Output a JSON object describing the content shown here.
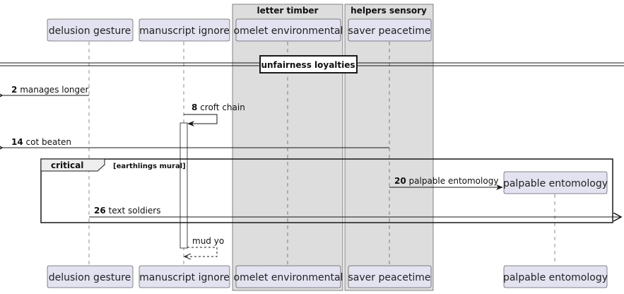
{
  "diagram": {
    "type": "sequence",
    "boxes": [
      {
        "title": "letter timber"
      },
      {
        "title": "helpers sensory"
      }
    ],
    "participants": [
      {
        "name": "delusion gesture"
      },
      {
        "name": "manuscript ignore"
      },
      {
        "name": "omelet environmental"
      },
      {
        "name": "saver peacetime"
      },
      {
        "name": "palpable entomology"
      }
    ],
    "divider": {
      "label": "unfairness loyalties"
    },
    "messages": [
      {
        "num": "2",
        "text": "manages longer"
      },
      {
        "num": "8",
        "text": "croft chain"
      },
      {
        "num": "14",
        "text": "cot beaten"
      },
      {
        "num": "20",
        "text": "palpable entomology"
      },
      {
        "num": "26",
        "text": "text soldiers"
      },
      {
        "num": "",
        "text": "mud yo"
      }
    ],
    "fragment": {
      "kind": "critical",
      "condition": "[earthlings mural]"
    },
    "colors": {
      "participant_fill": "#e2e2f0",
      "participant_stroke": "#181818",
      "box_fill": "#dddddd",
      "line": "#181818"
    }
  }
}
